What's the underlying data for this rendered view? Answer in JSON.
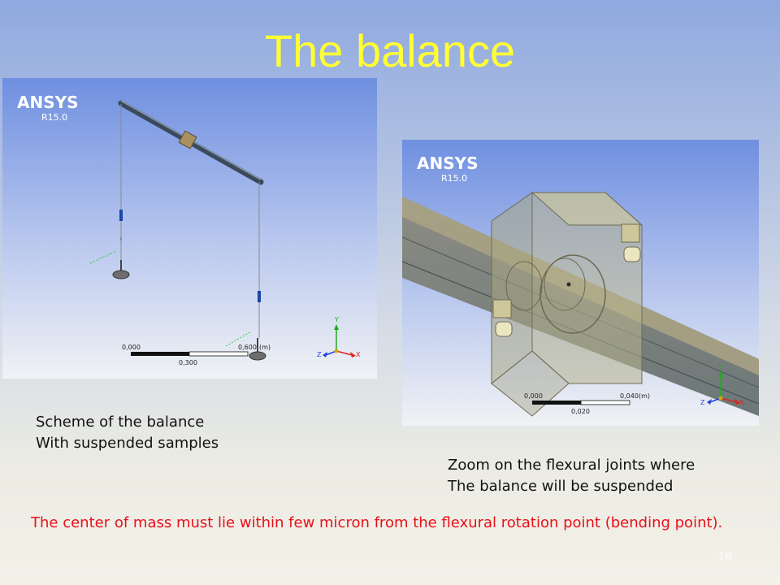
{
  "slide": {
    "title": "The balance",
    "page_number": "16"
  },
  "left_panel": {
    "logo_brand": "ANSYS",
    "logo_version": "R15.0",
    "scale": {
      "start": "0,000",
      "end": "0,600",
      "unit": "(m)",
      "mid": "0,300"
    },
    "axes": {
      "y": "Y",
      "x": "X",
      "z": "Z"
    },
    "caption_line1": "Scheme of the balance",
    "caption_line2": "With suspended samples"
  },
  "right_panel": {
    "logo_brand": "ANSYS",
    "logo_version": "R15.0",
    "scale": {
      "start": "0,000",
      "end": "0,040",
      "unit": "(m)",
      "mid": "0,020"
    },
    "axes": {
      "y": "Y",
      "x": "X",
      "z": "Z"
    },
    "caption_line1": "Zoom on the flexural joints where",
    "caption_line2": "The balance will be suspended"
  },
  "note": "The center of mass must lie within few micron from the flexural rotation point (bending point).",
  "colors": {
    "title": "#ffff33",
    "note": "#e8101a",
    "viewport_top": "#6f8fe0",
    "viewport_bottom": "#eef0f4"
  }
}
